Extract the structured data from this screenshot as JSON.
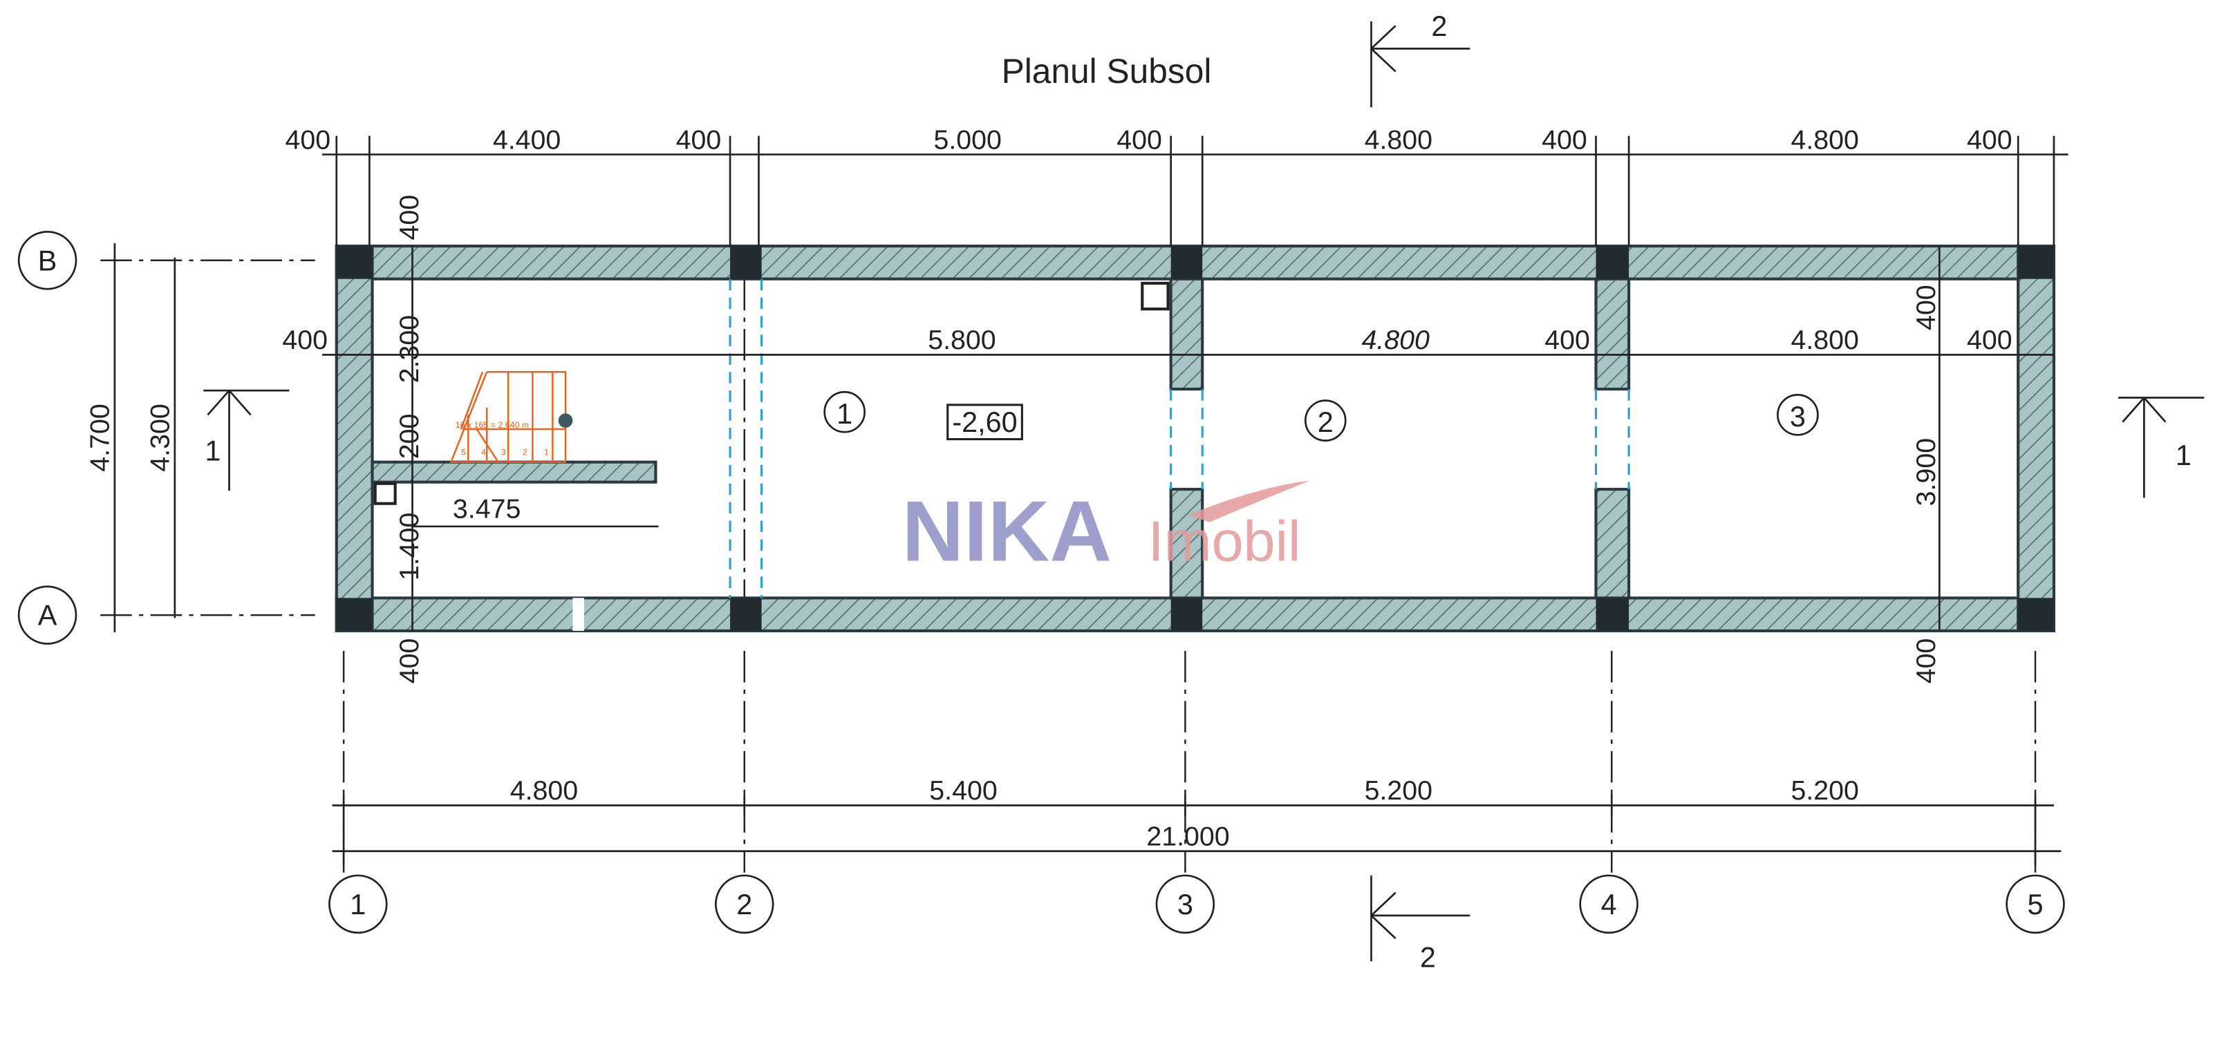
{
  "title": "Planul Subsol",
  "section_markers": {
    "s1_left": "1",
    "s1_right": "1",
    "s2_top": "2",
    "s2_bottom": "2"
  },
  "axes": {
    "rows": [
      "B",
      "A"
    ],
    "cols": [
      "1",
      "2",
      "3",
      "4",
      "5"
    ]
  },
  "top_dims": [
    "400",
    "4.400",
    "400",
    "5.000",
    "400",
    "4.800",
    "400",
    "4.800",
    "400"
  ],
  "inner_dims": [
    "400",
    "5.800",
    "4.800",
    "400",
    "4.800",
    "400"
  ],
  "left_dims": {
    "outer": "4.700",
    "inner": "4.300",
    "parts": [
      "400",
      "2.300",
      "200",
      "1.400",
      "400"
    ]
  },
  "right_dims": [
    "400",
    "3.900",
    "400"
  ],
  "stair_dim": "3.475",
  "stair_label": "16 x 165 = 2,640 m",
  "stair_steps": [
    "5",
    "4",
    "3",
    "2",
    "1"
  ],
  "rooms": [
    "1",
    "2",
    "3"
  ],
  "level": "-2,60",
  "bottom_dims": [
    "4.800",
    "5.400",
    "5.200",
    "5.200"
  ],
  "total_dim": "21.000",
  "watermark": {
    "primary": "NIKA",
    "secondary": "Imobil",
    "primary_color": "#8e8fc4",
    "secondary_color": "#e59a9a"
  },
  "colors": {
    "wall": "#a9c4c4",
    "column": "#222c30",
    "stair": "#e8641e",
    "opening": "#2a9fd0"
  }
}
